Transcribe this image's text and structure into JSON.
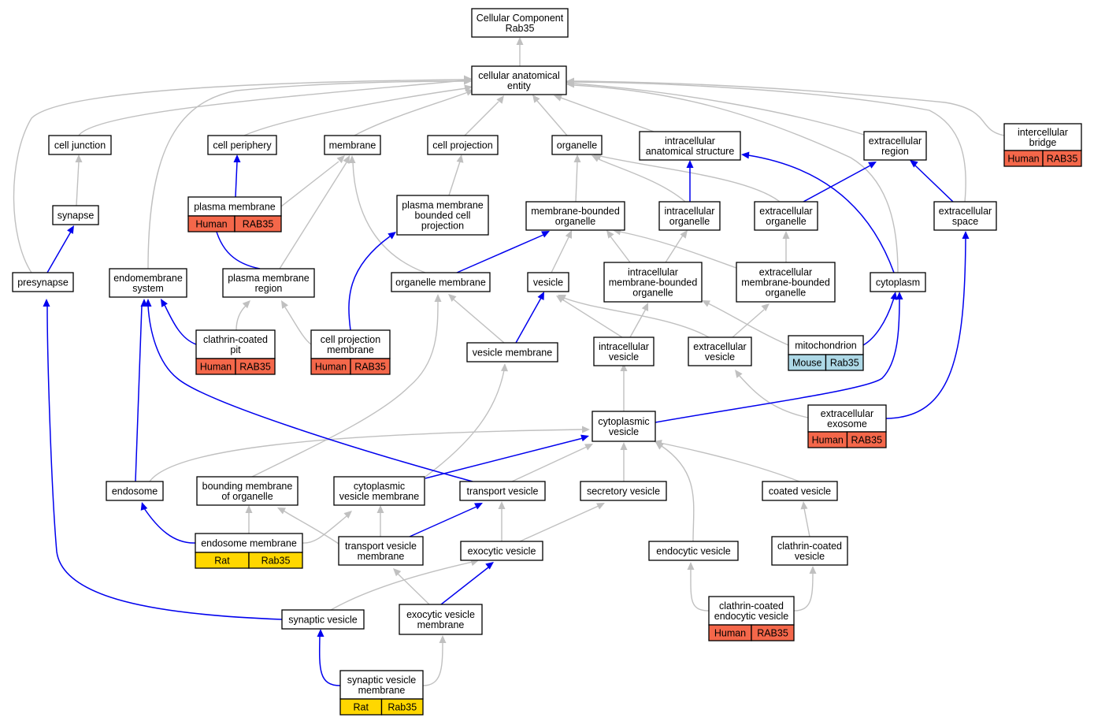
{
  "graph": {
    "colors": {
      "human": "#f4674a",
      "mouse": "#add8e6",
      "rat": "#ffd700",
      "edge_gray": "#c0c0c0",
      "edge_blue": "#0000ee"
    },
    "nodes": {
      "root": {
        "lines": [
          "Cellular Component",
          "Rab35"
        ]
      },
      "cae": {
        "lines": [
          "cellular anatomical",
          "entity"
        ]
      },
      "cj": {
        "lines": [
          "cell junction"
        ]
      },
      "cper": {
        "lines": [
          "cell periphery"
        ]
      },
      "mem": {
        "lines": [
          "membrane"
        ]
      },
      "cproj": {
        "lines": [
          "cell projection"
        ]
      },
      "org": {
        "lines": [
          "organelle"
        ]
      },
      "ias": {
        "lines": [
          "intracellular",
          "anatomical structure"
        ]
      },
      "ecr": {
        "lines": [
          "extracellular",
          "region"
        ]
      },
      "ib": {
        "lines": [
          "intercellular",
          "bridge"
        ],
        "tags": [
          "Human",
          "RAB35"
        ]
      },
      "syn": {
        "lines": [
          "synapse"
        ]
      },
      "pm": {
        "lines": [
          "plasma membrane"
        ],
        "tags": [
          "Human",
          "RAB35"
        ]
      },
      "pmbcp": {
        "lines": [
          "plasma membrane",
          "bounded cell",
          "projection"
        ]
      },
      "mbo": {
        "lines": [
          "membrane-bounded",
          "organelle"
        ]
      },
      "io": {
        "lines": [
          "intracellular",
          "organelle"
        ]
      },
      "eco": {
        "lines": [
          "extracellular",
          "organelle"
        ]
      },
      "ecs": {
        "lines": [
          "extracellular",
          "space"
        ]
      },
      "pre": {
        "lines": [
          "presynapse"
        ]
      },
      "ems": {
        "lines": [
          "endomembrane",
          "system"
        ]
      },
      "pmr": {
        "lines": [
          "plasma membrane",
          "region"
        ]
      },
      "om": {
        "lines": [
          "organelle membrane"
        ]
      },
      "ves": {
        "lines": [
          "vesicle"
        ]
      },
      "imbo": {
        "lines": [
          "intracellular",
          "membrane-bounded",
          "organelle"
        ]
      },
      "embo": {
        "lines": [
          "extracellular",
          "membrane-bounded",
          "organelle"
        ]
      },
      "cyto": {
        "lines": [
          "cytoplasm"
        ]
      },
      "ccp": {
        "lines": [
          "clathrin-coated",
          "pit"
        ],
        "tags": [
          "Human",
          "RAB35"
        ]
      },
      "cpm": {
        "lines": [
          "cell projection",
          "membrane"
        ],
        "tags": [
          "Human",
          "RAB35"
        ]
      },
      "vm": {
        "lines": [
          "vesicle membrane"
        ]
      },
      "iv": {
        "lines": [
          "intracellular",
          "vesicle"
        ]
      },
      "ev": {
        "lines": [
          "extracellular",
          "vesicle"
        ]
      },
      "mito": {
        "lines": [
          "mitochondrion"
        ],
        "tags": [
          "Mouse",
          "Rab35"
        ]
      },
      "cv": {
        "lines": [
          "cytoplasmic",
          "vesicle"
        ]
      },
      "exo": {
        "lines": [
          "extracellular",
          "exosome"
        ],
        "tags": [
          "Human",
          "RAB35"
        ]
      },
      "endo": {
        "lines": [
          "endosome"
        ]
      },
      "bmo": {
        "lines": [
          "bounding membrane",
          "of organelle"
        ]
      },
      "cvm": {
        "lines": [
          "cytoplasmic",
          "vesicle membrane"
        ]
      },
      "tv": {
        "lines": [
          "transport vesicle"
        ]
      },
      "sv": {
        "lines": [
          "secretory vesicle"
        ]
      },
      "coated": {
        "lines": [
          "coated vesicle"
        ]
      },
      "endom": {
        "lines": [
          "endosome membrane"
        ],
        "tags": [
          "Rat",
          "Rab35"
        ]
      },
      "tvm": {
        "lines": [
          "transport vesicle",
          "membrane"
        ]
      },
      "exv": {
        "lines": [
          "exocytic vesicle"
        ]
      },
      "endv": {
        "lines": [
          "endocytic vesicle"
        ]
      },
      "ccv": {
        "lines": [
          "clathrin-coated",
          "vesicle"
        ]
      },
      "synv": {
        "lines": [
          "synaptic vesicle"
        ]
      },
      "exvm": {
        "lines": [
          "exocytic vesicle",
          "membrane"
        ]
      },
      "cced": {
        "lines": [
          "clathrin-coated",
          "endocytic vesicle"
        ],
        "tags": [
          "Human",
          "RAB35"
        ]
      },
      "synvm": {
        "lines": [
          "synaptic vesicle",
          "membrane"
        ],
        "tags": [
          "Rat",
          "Rab35"
        ]
      }
    }
  }
}
